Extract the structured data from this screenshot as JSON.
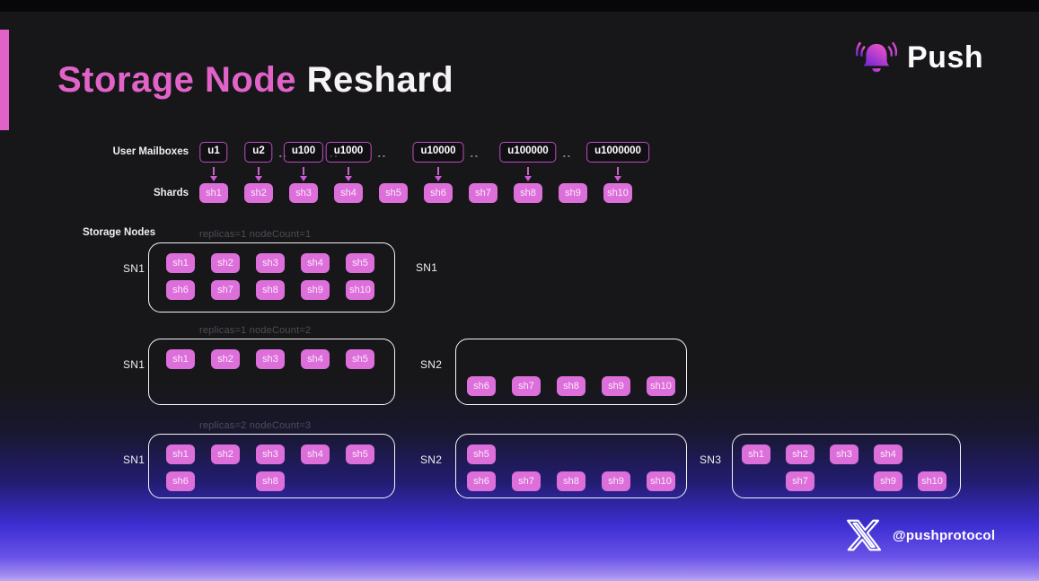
{
  "title": {
    "accent": "Storage Node",
    "rest": "Reshard"
  },
  "brand": {
    "name": "Push"
  },
  "footer": {
    "handle": "@pushprotocol"
  },
  "diagram": {
    "mailboxes_label": "User Mailboxes",
    "shards_label": "Shards",
    "storage_nodes_label": "Storage Nodes",
    "ellipsis": "..",
    "mailboxes": [
      {
        "id": "u1",
        "slot": 0,
        "arrow": true,
        "arrow_to": "sh1",
        "dots_after": false
      },
      {
        "id": "u2",
        "slot": 1,
        "arrow": true,
        "arrow_to": "sh2",
        "dots_after": true
      },
      {
        "id": "u100",
        "slot": 2,
        "arrow": true,
        "arrow_to": "sh3",
        "dots_after": true
      },
      {
        "id": "u1000",
        "slot": 3,
        "arrow": true,
        "arrow_to": "sh4",
        "dots_after": true
      },
      {
        "id": "u10000",
        "slot": 5,
        "arrow": true,
        "arrow_to": "sh6",
        "dots_after": true
      },
      {
        "id": "u100000",
        "slot": 7,
        "arrow": true,
        "arrow_to": "sh8",
        "dots_after": true
      },
      {
        "id": "u1000000",
        "slot": 9,
        "arrow": true,
        "arrow_to": "sh10",
        "dots_after": false
      }
    ],
    "shards": [
      "sh1",
      "sh2",
      "sh3",
      "sh4",
      "sh5",
      "sh6",
      "sh7",
      "sh8",
      "sh9",
      "sh10"
    ],
    "groups": [
      {
        "caption": "replicas=1 nodeCount=1",
        "trailing_label": "SN1",
        "nodes": [
          {
            "name": "SN1",
            "col": 0,
            "rows": [
              [
                "sh1",
                "sh2",
                "sh3",
                "sh4",
                "sh5"
              ],
              [
                "sh6",
                "sh7",
                "sh8",
                "sh9",
                "sh10"
              ]
            ]
          }
        ]
      },
      {
        "caption": "replicas=1 nodeCount=2",
        "nodes": [
          {
            "name": "SN1",
            "col": 0,
            "rows": [
              [
                "sh1",
                "sh2",
                "sh3",
                "sh4",
                "sh5"
              ],
              [
                null,
                null,
                null,
                null,
                null
              ]
            ]
          },
          {
            "name": "SN2",
            "col": 1,
            "rows": [
              [
                null,
                null,
                null,
                null,
                null
              ],
              [
                "sh6",
                "sh7",
                "sh8",
                "sh9",
                "sh10"
              ]
            ]
          }
        ]
      },
      {
        "caption": "replicas=2 nodeCount=3",
        "nodes": [
          {
            "name": "SN1",
            "col": 0,
            "rows": [
              [
                "sh1",
                "sh2",
                "sh3",
                "sh4",
                "sh5"
              ],
              [
                "sh6",
                null,
                "sh8",
                null,
                null
              ]
            ]
          },
          {
            "name": "SN2",
            "col": 1,
            "rows": [
              [
                "sh5",
                null,
                null,
                null,
                null
              ],
              [
                "sh6",
                "sh7",
                "sh8",
                "sh9",
                "sh10"
              ]
            ]
          },
          {
            "name": "SN3",
            "col": 2,
            "rows": [
              [
                "sh1",
                "sh2",
                "sh3",
                "sh4",
                null
              ],
              [
                null,
                "sh7",
                null,
                "sh9",
                "sh10"
              ]
            ]
          }
        ]
      }
    ]
  },
  "colors": {
    "accent_pink": "#e263c8",
    "shard_chip": "#dc6fda",
    "arrow_magenta": "#cb5bd2",
    "node_box_border": "#f5f2f5",
    "caption_gray": "#4f4c55",
    "bottom_gradient_purple": "#4433dd",
    "bottom_gradient_lavender": "#b9a7f5",
    "brand_gradient_pink": "#ee57c2",
    "brand_gradient_purple": "#7b2bd3"
  }
}
